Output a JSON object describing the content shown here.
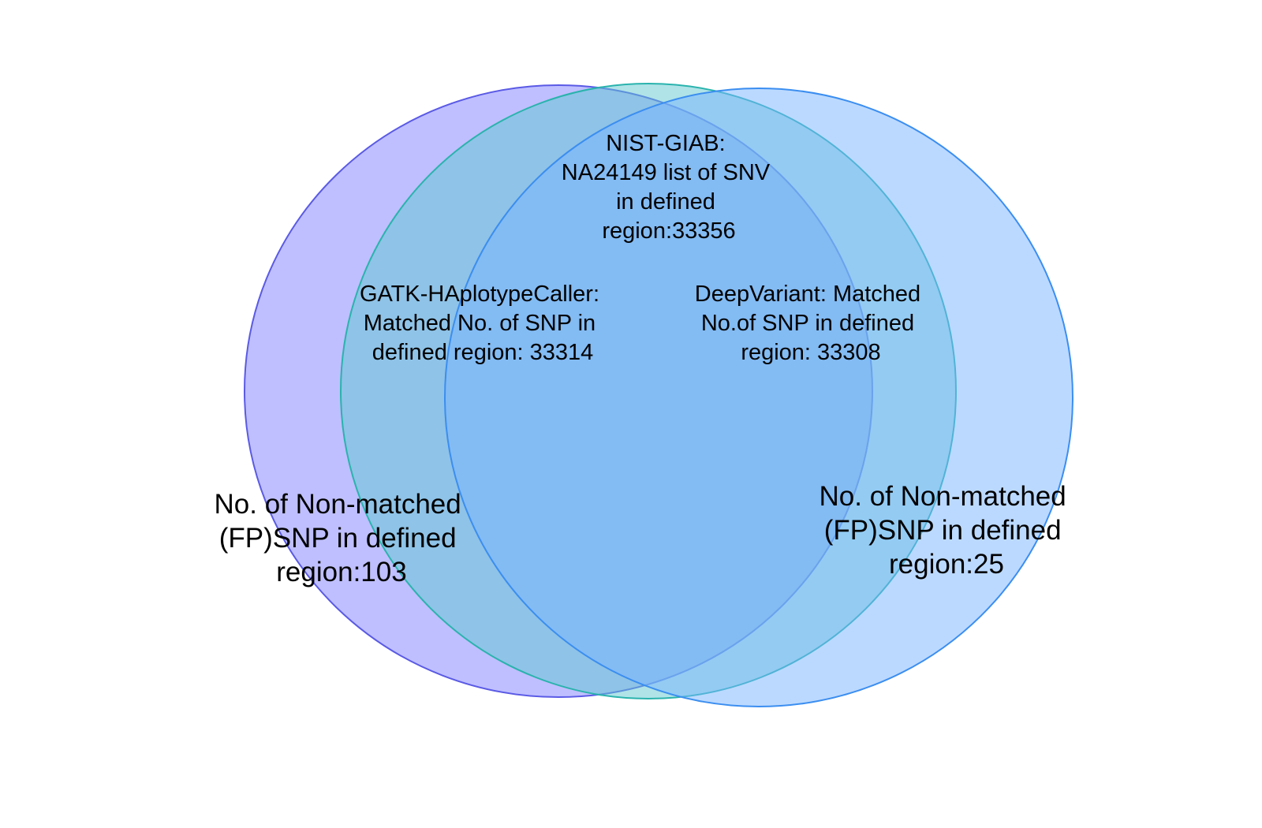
{
  "diagram": {
    "type": "venn",
    "sets": [
      {
        "id": "gatk",
        "fill": "#8080ff",
        "stroke": "#5a5ae6"
      },
      {
        "id": "nist",
        "fill": "#5fc8cf",
        "stroke": "#2ab3ad"
      },
      {
        "id": "deepvariant",
        "fill": "#77b3ff",
        "stroke": "#3b8ef0"
      }
    ],
    "labels": {
      "nist_giab": [
        "NIST-GIAB:",
        "NA24149 list of SNV",
        "in defined",
        "region:33356"
      ],
      "gatk_matched": [
        "GATK-HAplotypeCaller:",
        "Matched No. of SNP in",
        "defined region: 33314"
      ],
      "deepvariant_matched": [
        "DeepVariant: Matched",
        "No.of SNP in defined",
        "region: 33308"
      ],
      "gatk_fp": [
        "No. of Non-matched",
        "(FP)SNP in defined",
        "region:103"
      ],
      "deepvariant_fp": [
        "No. of Non-matched",
        "(FP)SNP in defined",
        "region:25"
      ]
    },
    "values": {
      "nist_giab_total": 33356,
      "gatk_matched": 33314,
      "deepvariant_matched": 33308,
      "gatk_fp": 103,
      "deepvariant_fp": 25
    }
  }
}
